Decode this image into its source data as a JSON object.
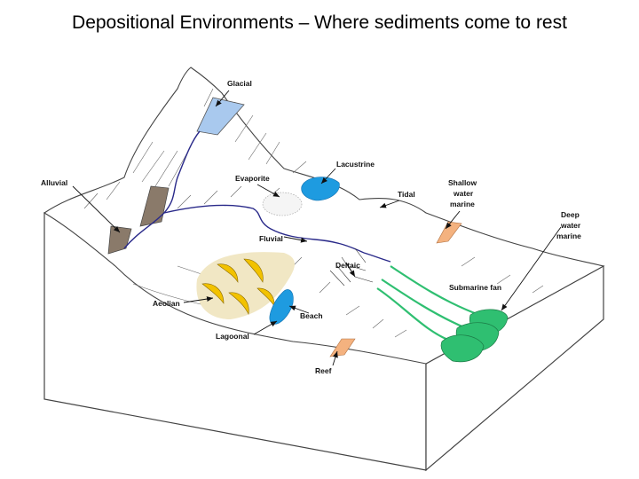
{
  "title": "Depositional Environments – Where sediments come to rest",
  "labels": {
    "glacial": "Glacial",
    "alluvial": "Alluvial",
    "evaporite": "Evaporite",
    "lacustrine": "Lacustrine",
    "tidal": "Tidal",
    "shallow_1": "Shallow",
    "shallow_2": "water",
    "shallow_3": "marine",
    "deep_1": "Deep",
    "deep_2": "water",
    "deep_3": "marine",
    "fluvial": "Fluvial",
    "deltaic": "Deltaic",
    "submarine_fan": "Submarine fan",
    "aeolian": "Aeolian",
    "beach": "Beach",
    "lagoonal": "Lagoonal",
    "reef": "Reef"
  },
  "colors": {
    "glacial": "#a9c9ee",
    "alluvial": "#8a7a6a",
    "lacustrine": "#1e9be0",
    "dunes_bg": "#f1e7c4",
    "dunes": "#f2c200",
    "beach": "#1e9be0",
    "shelf_orange": "#f4b27f",
    "fan": "#2fbf71",
    "river": "#2a2a8a"
  }
}
